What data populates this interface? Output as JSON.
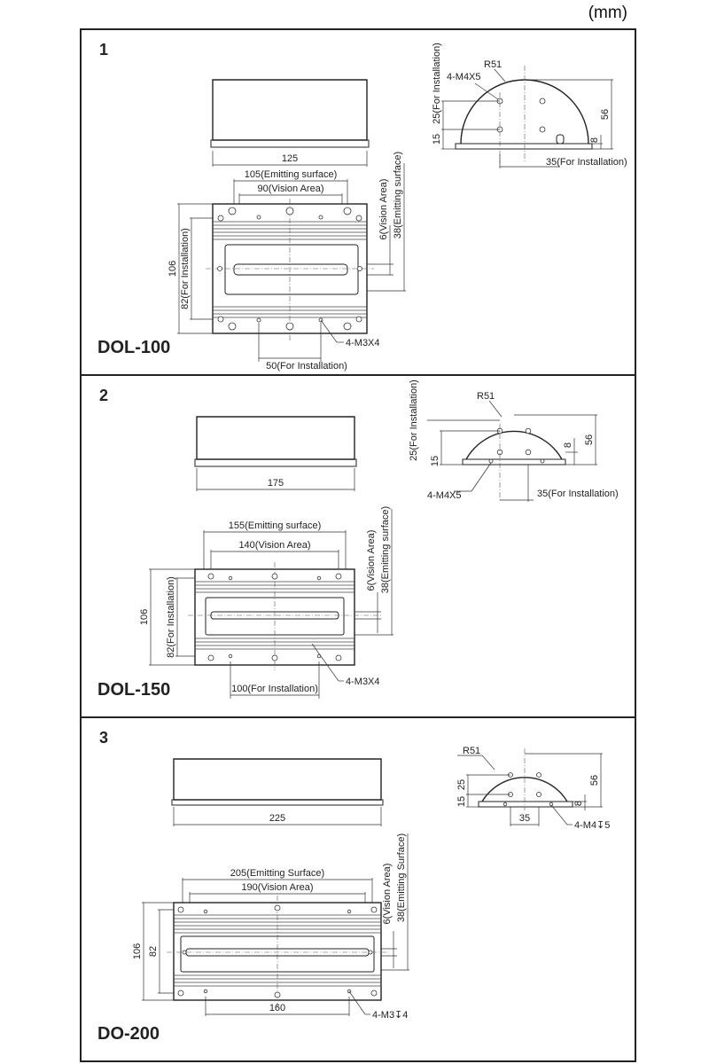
{
  "unit": "(mm)",
  "panels": [
    {
      "number": "1",
      "model": "DOL-100",
      "labels": {
        "width": "125",
        "emitting": "105(Emitting surface)",
        "vision": "90(Vision Area)",
        "height": "106",
        "install_h": "82(For Installation)",
        "vision_h": "6(Vision Area)",
        "emitting_h": "38(Emitting surface)",
        "screw": "4-M3X4",
        "install_w": "50(For Installation)",
        "radius": "R51",
        "side_screw": "4-M4X5",
        "side_install": "25(For Installation)",
        "side_15": "15",
        "side_56": "56",
        "side_8": "8",
        "side_35": "35(For Installation)"
      }
    },
    {
      "number": "2",
      "model": "DOL-150",
      "labels": {
        "width": "175",
        "emitting": "155(Emitting surface)",
        "vision": "140(Vision Area)",
        "height": "106",
        "install_h": "82(For Installation)",
        "vision_h": "6(Vision Area)",
        "emitting_h": "38(Emitting surface)",
        "screw": "4-M3X4",
        "install_w": "100(For Installation)",
        "radius": "R51",
        "side_screw": "4-M4X5",
        "side_install": "25(For Installation)",
        "side_15": "15",
        "side_56": "56",
        "side_8": "8",
        "side_35": "35(For Installation)"
      }
    },
    {
      "number": "3",
      "model": "DO-200",
      "labels": {
        "width": "225",
        "emitting": "205(Emitting Surface)",
        "vision": "190(Vision Area)",
        "height": "106",
        "install_h": "82",
        "vision_h": "6(Vision Area)",
        "emitting_h": "38(Emitting Surface)",
        "screw": "4-M3↧4",
        "install_w": "160",
        "radius": "R51",
        "side_screw": "4-M4↧5",
        "side_install": "25",
        "side_15": "15",
        "side_56": "56",
        "side_8": "8",
        "side_35": "35"
      }
    }
  ]
}
